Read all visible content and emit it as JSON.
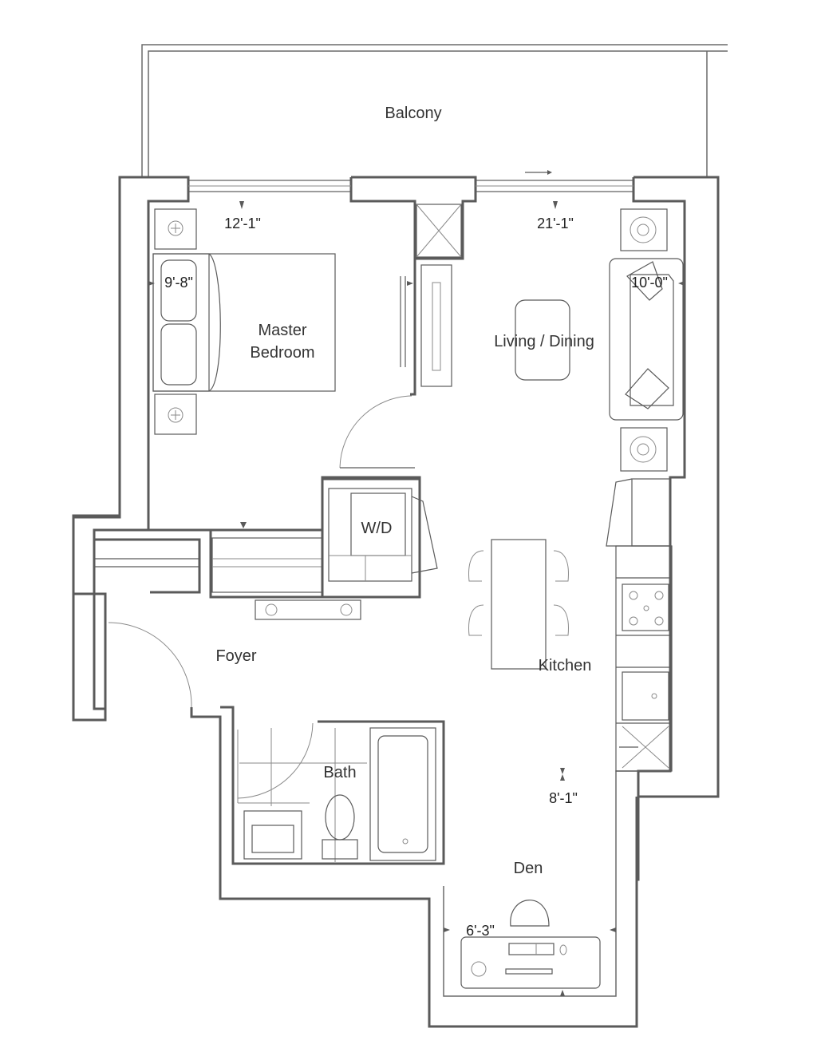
{
  "rooms": {
    "balcony": "Balcony",
    "master_bedroom_line1": "Master",
    "master_bedroom_line2": "Bedroom",
    "living_dining": "Living / Dining",
    "laundry": "W/D",
    "foyer": "Foyer",
    "kitchen": "Kitchen",
    "bath": "Bath",
    "den": "Den"
  },
  "dimensions": {
    "bedroom_width": "12'-1\"",
    "bedroom_depth": "9'-8\"",
    "living_width": "21'-1\"",
    "living_depth": "10'-0\"",
    "kitchen_length": "8'-1\"",
    "den_width": "6'-3\""
  }
}
